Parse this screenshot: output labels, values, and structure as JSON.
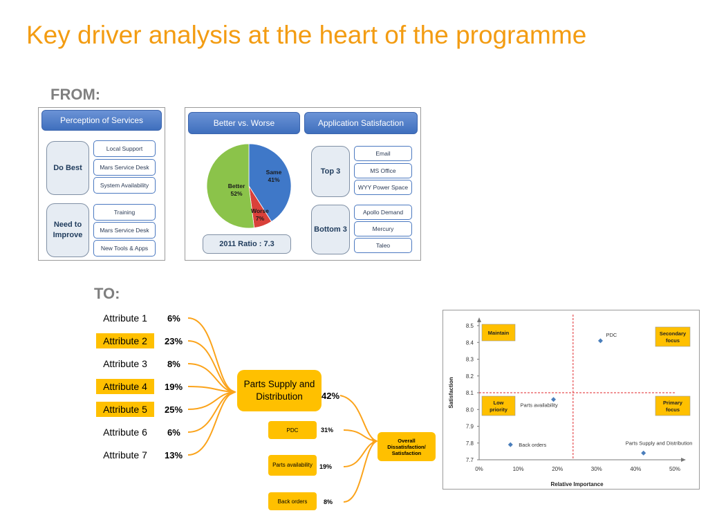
{
  "title": "Key driver analysis at the heart of the programme",
  "from_label": "FROM:",
  "to_label": "TO:",
  "perception": {
    "header": "Perception of Services",
    "do_best": {
      "label": "Do Best",
      "items": [
        "Local Support",
        "Mars Service Desk",
        "System Availability"
      ]
    },
    "need_improve": {
      "label": "Need to Improve",
      "items": [
        "Training",
        "Mars Service Desk",
        "New Tools  & Apps"
      ]
    }
  },
  "better_worse": {
    "header": "Better vs. Worse",
    "ratio": "2011 Ratio : 7.3"
  },
  "app_satisfaction": {
    "header": "Application Satisfaction",
    "top": {
      "label": "Top 3",
      "items": [
        "Email",
        "MS Office",
        "WYY Power Space"
      ]
    },
    "bottom": {
      "label": "Bottom 3",
      "items": [
        "Apollo Demand",
        "Mercury",
        "Taleo"
      ]
    }
  },
  "pie_labels": {
    "same": {
      "name": "Same",
      "pct": "41%"
    },
    "better": {
      "name": "Better",
      "pct": "52%"
    },
    "worse": {
      "name": "Worse",
      "pct": "7%"
    }
  },
  "attributes": [
    {
      "name": "Attribute 1",
      "pct": "6%",
      "highlight": false
    },
    {
      "name": "Attribute 2",
      "pct": "23%",
      "highlight": true
    },
    {
      "name": "Attribute 3",
      "pct": "8%",
      "highlight": false
    },
    {
      "name": "Attribute 4",
      "pct": "19%",
      "highlight": true
    },
    {
      "name": "Attribute 5",
      "pct": "25%",
      "highlight": true
    },
    {
      "name": "Attribute 6",
      "pct": "6%",
      "highlight": false
    },
    {
      "name": "Attribute 7",
      "pct": "13%",
      "highlight": false
    }
  ],
  "parts_supply": {
    "label": "Parts Supply and Distribution",
    "pct": "42%"
  },
  "sub_drivers": [
    {
      "name": "PDC",
      "pct": "31%"
    },
    {
      "name": "Parts availability",
      "pct": "19%"
    },
    {
      "name": "Back orders",
      "pct": "8%"
    }
  ],
  "overall": "Overall Dissatisfaction/ Satisfaction",
  "colors": {
    "orange": "#F39C12",
    "amber": "#FFC000",
    "blue": "#4a78c0",
    "pie_same": "#3f78c8",
    "pie_better": "#8bc34a",
    "pie_worse": "#d9413a",
    "point": "#4a7ebb",
    "threshold": "#e0262a"
  },
  "chart_data": [
    {
      "type": "pie",
      "categories": [
        "Same",
        "Better",
        "Worse"
      ],
      "values": [
        41,
        52,
        7
      ]
    },
    {
      "type": "scatter",
      "xlabel": "Relative Importance",
      "ylabel": "Satisfaction",
      "xlim": [
        0,
        50
      ],
      "ylim": [
        7.7,
        8.5
      ],
      "x_ticks": [
        "0%",
        "10%",
        "20%",
        "30%",
        "40%",
        "50%"
      ],
      "y_ticks": [
        "7.7",
        "7.8",
        "7.9",
        "8.0",
        "8.1",
        "8.2",
        "8.3",
        "8.4",
        "8.5"
      ],
      "points": [
        {
          "label": "PDC",
          "x": 31,
          "y": 8.41
        },
        {
          "label": "Parts availability",
          "x": 19,
          "y": 8.06
        },
        {
          "label": "Back orders",
          "x": 8,
          "y": 7.79
        },
        {
          "label": "Parts Supply  and Distribution",
          "x": 42,
          "y": 7.74
        }
      ],
      "threshold_x": 24,
      "threshold_y": 8.1,
      "quadrants": {
        "top_left": "Maintain",
        "top_right": "Secondary focus",
        "bottom_left": "Low priority",
        "bottom_right": "Primary focus"
      },
      "grid": false
    }
  ]
}
